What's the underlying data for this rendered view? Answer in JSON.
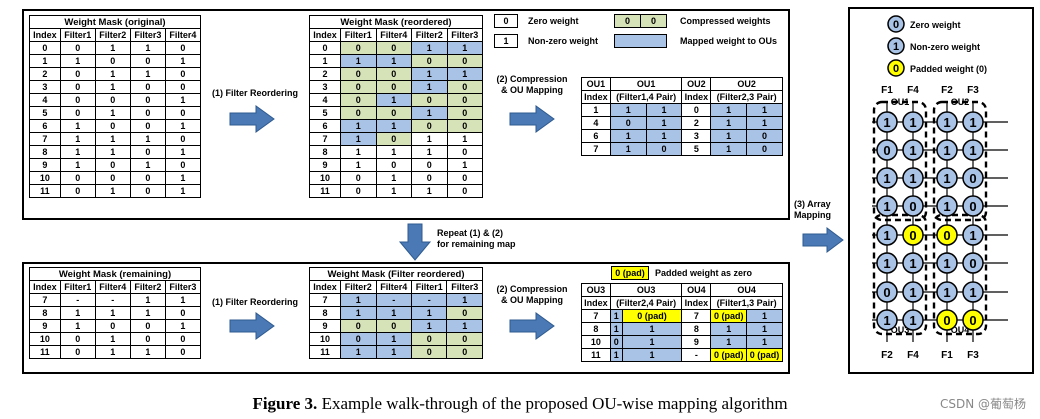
{
  "top": {
    "orig": {
      "title": "Weight Mask (original)",
      "headers": [
        "Index",
        "Filter1",
        "Filter2",
        "Filter3",
        "Filter4"
      ],
      "rows": [
        [
          "0",
          "0",
          "1",
          "1",
          "0"
        ],
        [
          "1",
          "1",
          "0",
          "0",
          "1"
        ],
        [
          "2",
          "0",
          "1",
          "1",
          "0"
        ],
        [
          "3",
          "0",
          "1",
          "0",
          "0"
        ],
        [
          "4",
          "0",
          "0",
          "0",
          "1"
        ],
        [
          "5",
          "0",
          "1",
          "0",
          "0"
        ],
        [
          "6",
          "1",
          "0",
          "0",
          "1"
        ],
        [
          "7",
          "1",
          "1",
          "1",
          "0"
        ],
        [
          "8",
          "1",
          "1",
          "0",
          "1"
        ],
        [
          "9",
          "1",
          "0",
          "1",
          "0"
        ],
        [
          "10",
          "0",
          "0",
          "0",
          "1"
        ],
        [
          "11",
          "0",
          "1",
          "0",
          "1"
        ]
      ]
    },
    "reord": {
      "title": "Weight Mask (reordered)",
      "headers": [
        "Index",
        "Filter1",
        "Filter4",
        "Filter2",
        "Filter3"
      ],
      "rows": [
        [
          "0",
          "0",
          "0",
          "1",
          "1"
        ],
        [
          "1",
          "1",
          "1",
          "0",
          "0"
        ],
        [
          "2",
          "0",
          "0",
          "1",
          "1"
        ],
        [
          "3",
          "0",
          "0",
          "1",
          "0"
        ],
        [
          "4",
          "0",
          "1",
          "0",
          "0"
        ],
        [
          "5",
          "0",
          "0",
          "1",
          "0"
        ],
        [
          "6",
          "1",
          "1",
          "0",
          "0"
        ],
        [
          "7",
          "1",
          "0",
          "1",
          "1"
        ],
        [
          "8",
          "1",
          "1",
          "1",
          "0"
        ],
        [
          "9",
          "1",
          "0",
          "0",
          "1"
        ],
        [
          "10",
          "0",
          "1",
          "0",
          "0"
        ],
        [
          "11",
          "0",
          "1",
          "1",
          "0"
        ]
      ],
      "colors": [
        [
          "",
          "g",
          "g",
          "b",
          "b"
        ],
        [
          "",
          "b",
          "b",
          "g",
          "g"
        ],
        [
          "",
          "g",
          "g",
          "b",
          "b"
        ],
        [
          "",
          "g",
          "g",
          "b",
          "g"
        ],
        [
          "",
          "g",
          "b",
          "g",
          "g"
        ],
        [
          "",
          "g",
          "g",
          "b",
          "g"
        ],
        [
          "",
          "b",
          "b",
          "g",
          "g"
        ],
        [
          "",
          "b",
          "g",
          "",
          ""
        ],
        [
          "",
          "",
          "",
          "",
          ""
        ],
        [
          "",
          "",
          "",
          "",
          ""
        ],
        [
          "",
          "",
          "",
          "",
          ""
        ],
        [
          "",
          "",
          "",
          "",
          ""
        ]
      ]
    },
    "ou": {
      "h1": [
        "OU1",
        "OU1",
        "OU2",
        "OU2"
      ],
      "h2": [
        "Index",
        "(Filter1,4 Pair)",
        "Index",
        "(Filter2,3 Pair)"
      ],
      "rows": [
        [
          "1",
          "1",
          "1",
          "0",
          "1",
          "1"
        ],
        [
          "4",
          "0",
          "1",
          "2",
          "1",
          "1"
        ],
        [
          "6",
          "1",
          "1",
          "3",
          "1",
          "0"
        ],
        [
          "7",
          "1",
          "0",
          "5",
          "1",
          "0"
        ]
      ]
    },
    "step1": "(1) Filter Reordering",
    "step2": [
      "(2) Compression",
      "& OU Mapping"
    ],
    "legend": {
      "zero_box": "0",
      "zero_label": "Zero weight",
      "nonzero_box": "1",
      "nonzero_label": "Non-zero weight",
      "comp_vals": [
        "0",
        "0"
      ],
      "comp_label": "Compressed weights",
      "mapped_label": "Mapped weight to OUs"
    }
  },
  "repeat": [
    "Repeat (1) & (2)",
    "for remaining map"
  ],
  "bottom": {
    "remain": {
      "title": "Weight Mask (remaining)",
      "headers": [
        "Index",
        "Filter1",
        "Filter4",
        "Filter2",
        "Filter3"
      ],
      "rows": [
        [
          "7",
          "-",
          "-",
          "1",
          "1"
        ],
        [
          "8",
          "1",
          "1",
          "1",
          "0"
        ],
        [
          "9",
          "1",
          "0",
          "0",
          "1"
        ],
        [
          "10",
          "0",
          "1",
          "0",
          "0"
        ],
        [
          "11",
          "0",
          "1",
          "1",
          "0"
        ]
      ]
    },
    "freord": {
      "title": "Weight Mask (Filter reordered)",
      "headers": [
        "Index",
        "Filter2",
        "Filter4",
        "Filter1",
        "Filter3"
      ],
      "rows": [
        [
          "7",
          "1",
          "-",
          "-",
          "1"
        ],
        [
          "8",
          "1",
          "1",
          "1",
          "0"
        ],
        [
          "9",
          "0",
          "0",
          "1",
          "1"
        ],
        [
          "10",
          "0",
          "1",
          "0",
          "0"
        ],
        [
          "11",
          "1",
          "1",
          "0",
          "0"
        ]
      ],
      "colors": [
        [
          "",
          "b",
          "b",
          "b",
          "b"
        ],
        [
          "",
          "b",
          "b",
          "b",
          "g"
        ],
        [
          "",
          "g",
          "g",
          "b",
          "b"
        ],
        [
          "",
          "b",
          "b",
          "g",
          "g"
        ],
        [
          "",
          "b",
          "b",
          "g",
          "g"
        ]
      ]
    },
    "ou": {
      "h1": [
        "OU3",
        "OU3",
        "OU4",
        "OU4"
      ],
      "h2": [
        "Index",
        "(Filter2,4 Pair)",
        "Index",
        "(Filter1,3 Pair)"
      ],
      "rows": [
        [
          "7",
          "1",
          "0 (pad)",
          "7",
          "0 (pad)",
          "1"
        ],
        [
          "8",
          "1",
          "1",
          "8",
          "1",
          "1"
        ],
        [
          "10",
          "0",
          "1",
          "9",
          "1",
          "1"
        ],
        [
          "11",
          "1",
          "1",
          "-",
          "0 (pad)",
          "0 (pad)"
        ]
      ]
    },
    "step1": "(1) Filter Reordering",
    "step2": [
      "(2) Compression",
      "& OU Mapping"
    ],
    "pad_box": "0 (pad)",
    "pad_label": "Padded weight as zero"
  },
  "array": {
    "step": [
      "(3) Array",
      "Mapping"
    ],
    "legend": [
      {
        "v": "0",
        "label": "Zero weight"
      },
      {
        "v": "1",
        "label": "Non-zero weight"
      },
      {
        "v": "0",
        "label": "Padded weight (0)"
      }
    ],
    "top_filters": [
      "F1",
      "F4",
      "F2",
      "F3"
    ],
    "bottom_filters": [
      "F2",
      "F4",
      "F1",
      "F3"
    ],
    "ou_labels": [
      "OU1",
      "OU2",
      "OU3",
      "OU4"
    ],
    "grid": [
      [
        "1",
        "1",
        "1",
        "1"
      ],
      [
        "0",
        "1",
        "1",
        "1"
      ],
      [
        "1",
        "1",
        "1",
        "0"
      ],
      [
        "1",
        "0",
        "1",
        "0"
      ],
      [
        "1",
        "0",
        "0",
        "1"
      ],
      [
        "1",
        "1",
        "1",
        "0"
      ],
      [
        "0",
        "1",
        "1",
        "1"
      ],
      [
        "1",
        "1",
        "0",
        "0"
      ]
    ],
    "pad": [
      [
        0,
        0,
        0,
        0
      ],
      [
        0,
        0,
        0,
        0
      ],
      [
        0,
        0,
        0,
        0
      ],
      [
        0,
        0,
        0,
        0
      ],
      [
        0,
        1,
        1,
        0
      ],
      [
        0,
        0,
        0,
        0
      ],
      [
        0,
        0,
        0,
        0
      ],
      [
        0,
        0,
        1,
        1
      ]
    ]
  },
  "caption": {
    "bold": "Figure 3.",
    "text": " Example walk-through of the proposed OU-wise mapping algorithm"
  },
  "watermark": "CSDN @葡萄杨"
}
